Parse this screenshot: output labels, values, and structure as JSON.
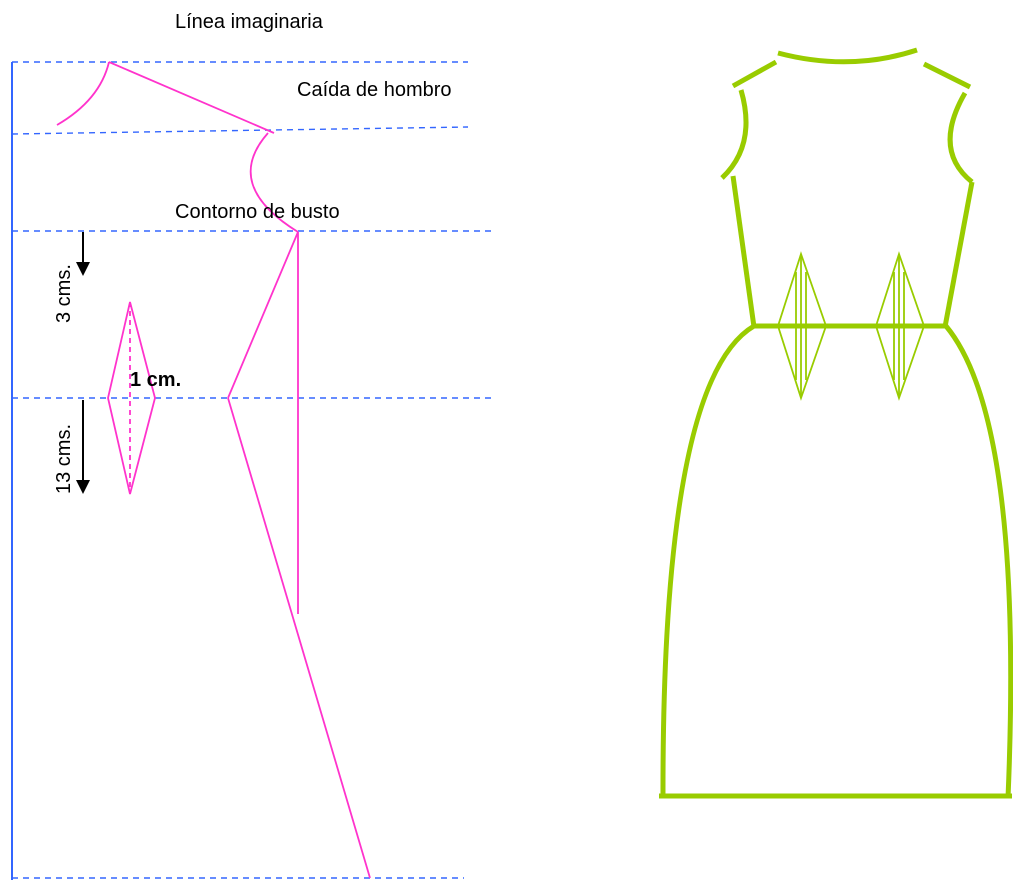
{
  "labels": {
    "imaginary_line": "Línea imaginaria",
    "shoulder_drop": "Caída de hombro",
    "bust_contour": "Contorno de busto",
    "measure_3": "3 cms.",
    "measure_13": "13 cms.",
    "measure_1": "1 cm."
  },
  "colors": {
    "guide": "#3366ff",
    "pattern": "#ff33cc",
    "dress": "#99cc00",
    "arrow": "#000000"
  }
}
